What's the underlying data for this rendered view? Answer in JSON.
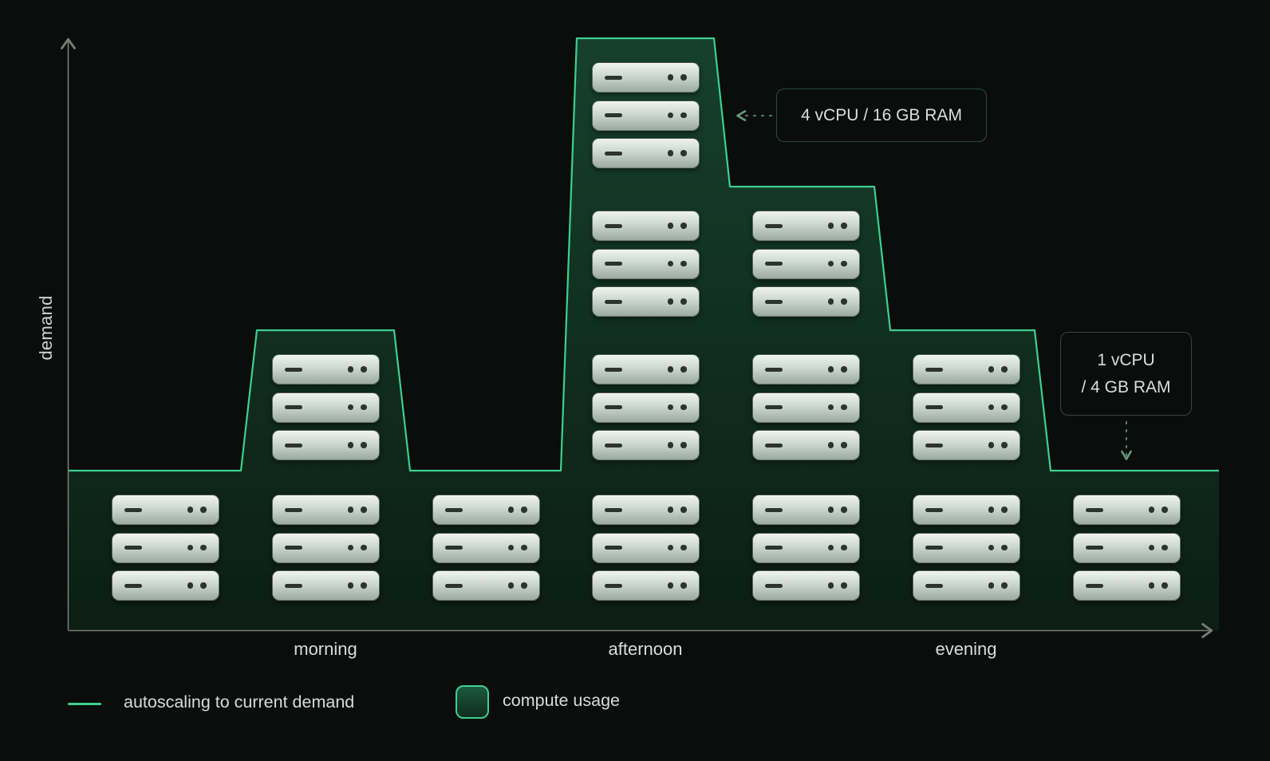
{
  "chart_data": {
    "type": "area",
    "subtype": "step-function",
    "title": "",
    "ylabel": "demand",
    "x_categories": [
      "morning",
      "afternoon",
      "evening"
    ],
    "demand_levels": [
      1,
      2,
      1,
      4,
      3,
      2,
      1
    ],
    "column_server_stacks": [
      1,
      2,
      1,
      4,
      3,
      2,
      1
    ],
    "servers_per_stack": 3,
    "ylim": [
      0,
      4
    ],
    "grid": false,
    "annotations": [
      {
        "id": "peak-compute",
        "text": "4 vCPU / 16 GB RAM",
        "points_to": "afternoon peak"
      },
      {
        "id": "baseline-compute",
        "line1": "1 vCPU",
        "line2": "/ 4 GB RAM",
        "points_to": "baseline"
      }
    ],
    "legend": [
      {
        "swatch": "line",
        "label": "autoscaling to current demand"
      },
      {
        "swatch": "square",
        "label": "compute usage"
      }
    ],
    "colors": {
      "accent_green": "#3ecf8e",
      "area_top": "#174630",
      "area_bottom": "#0c1f16",
      "axis": "#767d77",
      "connector": "#639b7c",
      "background": "#0b0d0c"
    }
  }
}
